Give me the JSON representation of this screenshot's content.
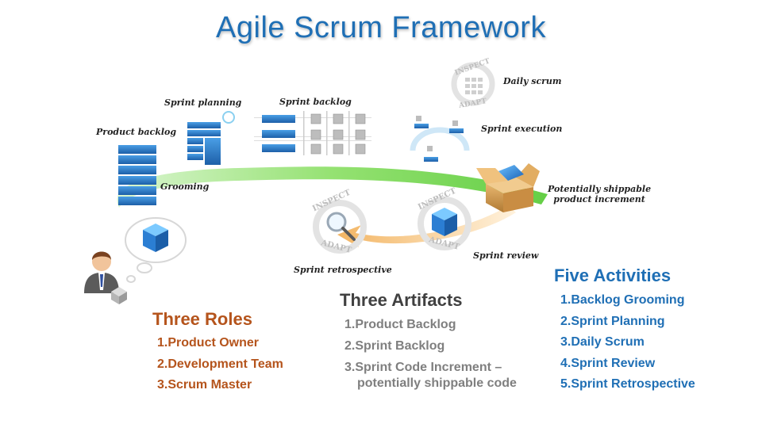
{
  "title": "Agile Scrum Framework",
  "diagram": {
    "product_backlog": "Product backlog",
    "sprint_planning": "Sprint planning",
    "sprint_backlog": "Sprint backlog",
    "daily_scrum": "Daily scrum",
    "sprint_execution": "Sprint execution",
    "grooming": "Grooming",
    "increment_line1": "Potentially shippable",
    "increment_line2": "product increment",
    "sprint_review": "Sprint review",
    "sprint_retrospective": "Sprint retrospective",
    "inspect": "INSPECT",
    "adapt": "ADAPT"
  },
  "roles": {
    "title": "Three Roles",
    "items": [
      "1.Product Owner",
      "2.Development Team",
      "3.Scrum Master"
    ]
  },
  "artifacts": {
    "title": "Three Artifacts",
    "items": [
      "1.Product Backlog",
      "2.Sprint Backlog",
      "3.Sprint Code Increment –",
      "potentially shippable code"
    ]
  },
  "activities": {
    "title": "Five Activities",
    "items": [
      "1.Backlog Grooming",
      "2.Sprint Planning",
      "3.Daily Scrum",
      "4.Sprint Review",
      "5.Sprint Retrospective"
    ]
  },
  "colors": {
    "title_blue": "#1f6fb5",
    "roles_brown": "#b5541c",
    "artifacts_gray": "#7f7f7f",
    "flow_green": "#7ed957",
    "retro_orange": "#f6c178"
  }
}
